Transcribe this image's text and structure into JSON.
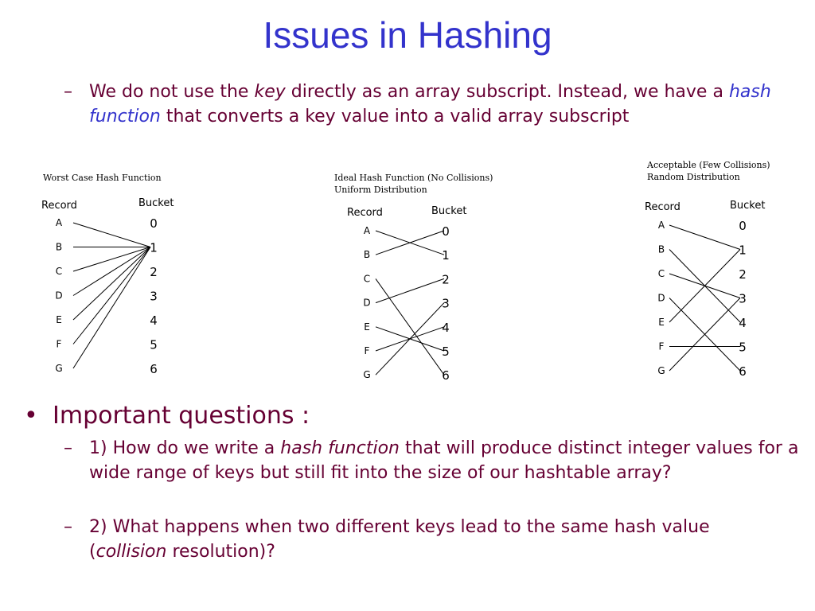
{
  "slide": {
    "title": "Issues in Hashing",
    "intro": {
      "dash": "–",
      "t1": "We do not use the ",
      "key": "key",
      "t2": " directly as an array subscript. Instead, we have a ",
      "hash_function": "hash function",
      "t3": " that converts a key value into a valid array subscript"
    },
    "bullet": {
      "marker": "•",
      "text": "Important questions :"
    },
    "q1": {
      "dash": "–",
      "t1": "1) How do we write a ",
      "hash_function": "hash function",
      "t2": " that will produce distinct integer values for a wide range of keys but still fit into the size of our hashtable array?"
    },
    "q2": {
      "dash": "–",
      "t1": "2) What happens when two different keys lead to the same hash value (",
      "collision": "collision",
      "t2": " resolution)?"
    }
  },
  "colors": {
    "title": "#3333cc",
    "body": "#660033",
    "highlight": "#3333cc"
  },
  "diagrams": [
    {
      "caption": [
        "Worst Case Hash Function"
      ],
      "record_header": "Record",
      "bucket_header": "Bucket",
      "records": [
        "A",
        "B",
        "C",
        "D",
        "E",
        "F",
        "G"
      ],
      "buckets": [
        "0",
        "1",
        "2",
        "3",
        "4",
        "5",
        "6"
      ],
      "mapping": [
        1,
        1,
        1,
        1,
        1,
        1,
        1
      ]
    },
    {
      "caption": [
        "Ideal Hash Function (No Collisions)",
        "Uniform Distribution"
      ],
      "record_header": "Record",
      "bucket_header": "Bucket",
      "records": [
        "A",
        "B",
        "C",
        "D",
        "E",
        "F",
        "G"
      ],
      "buckets": [
        "0",
        "1",
        "2",
        "3",
        "4",
        "5",
        "6"
      ],
      "mapping": [
        1,
        0,
        6,
        2,
        5,
        4,
        3
      ]
    },
    {
      "caption": [
        "Acceptable (Few Collisions)",
        "Random Distribution"
      ],
      "record_header": "Record",
      "bucket_header": "Bucket",
      "records": [
        "A",
        "B",
        "C",
        "D",
        "E",
        "F",
        "G"
      ],
      "buckets": [
        "0",
        "1",
        "2",
        "3",
        "4",
        "5",
        "6"
      ],
      "mapping": [
        1,
        4,
        3,
        6,
        1,
        5,
        3
      ]
    }
  ]
}
